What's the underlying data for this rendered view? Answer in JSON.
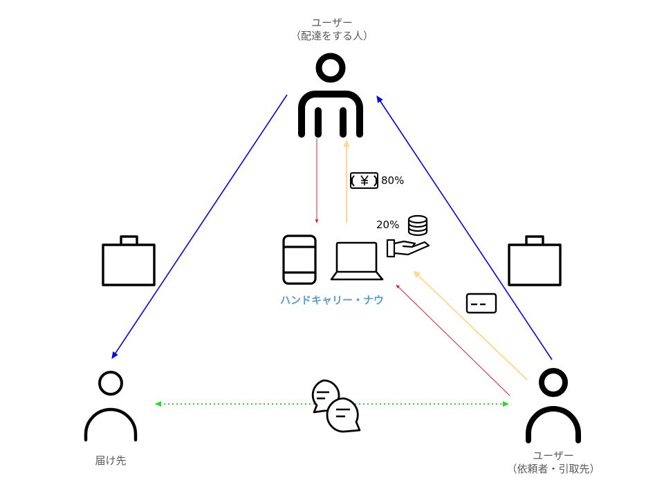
{
  "nodes": {
    "courier": {
      "line1": "ユーザー",
      "line2": "（配達をする人）"
    },
    "requester": {
      "line1": "ユーザー",
      "line2": "（依頼者・引取先）"
    },
    "recipient": {
      "label": "届け先"
    },
    "service": {
      "label": "ハンドキャリー・ナウ"
    }
  },
  "payments": {
    "courier_share": "80%",
    "platform_fee": "20%"
  },
  "icons": {
    "courier": "person-icon",
    "requester": "person-icon",
    "recipient": "person-icon",
    "phone": "smartphone-icon",
    "laptop": "laptop-icon",
    "cash": "yen-banknote-icon",
    "coins": "coin-stack-icon",
    "hand": "hand-receiving-icon",
    "card": "credit-card-icon",
    "bag_left": "briefcase-icon",
    "bag_right": "briefcase-icon",
    "chat": "chat-bubbles-icon"
  },
  "colors": {
    "delivery_route": "#0000ee",
    "request_flow": "#e02020",
    "payment_flow": "#ffd990",
    "communication": "#22dd22",
    "service_text": "#5b9bd5",
    "label_text": "#595959"
  }
}
